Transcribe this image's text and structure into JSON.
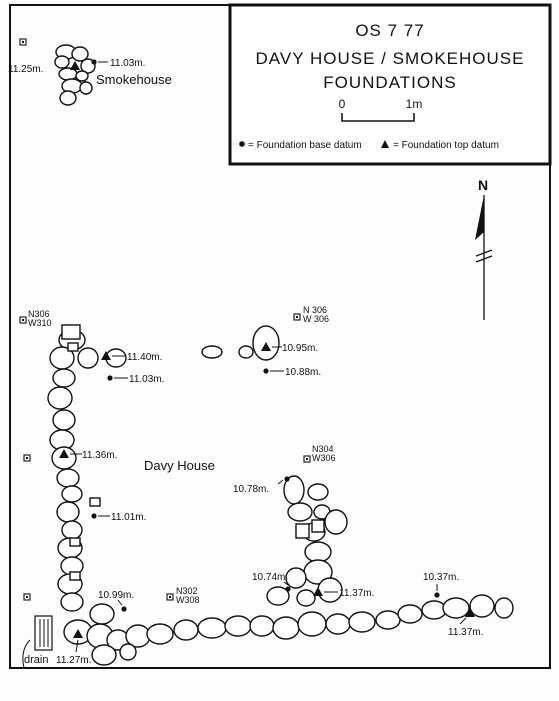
{
  "legend": {
    "code": "OS 7 77",
    "title_line1": "DAVY HOUSE / SMOKEHOUSE",
    "title_line2": "FOUNDATIONS",
    "scale_zero": "0",
    "scale_one": "1m",
    "base_datum": "= Foundation base datum",
    "top_datum": "= Foundation top datum"
  },
  "north_label": "N",
  "structures": {
    "smokehouse": "Smokehouse",
    "davy_house": "Davy House"
  },
  "drain_label": "drain",
  "grid_markers": [
    {
      "id": "n306-w310",
      "line1": "N306",
      "line2": "W310"
    },
    {
      "id": "n306-w306",
      "line1": "N 306",
      "line2": "W 306"
    },
    {
      "id": "n304-w306",
      "line1": "N304",
      "line2": "W306"
    },
    {
      "id": "n302-w308",
      "line1": "N302",
      "line2": "W308"
    }
  ],
  "elevations": [
    {
      "id": "sh-top",
      "kind": "top",
      "text": "11.25m."
    },
    {
      "id": "sh-base",
      "kind": "base",
      "text": "11.03m."
    },
    {
      "id": "dh-top-1140",
      "kind": "top",
      "text": "11.40m."
    },
    {
      "id": "dh-base-1103",
      "kind": "base",
      "text": "11.03m."
    },
    {
      "id": "dh-top-1095",
      "kind": "top",
      "text": "10.95m."
    },
    {
      "id": "dh-base-1088",
      "kind": "base",
      "text": "10.88m."
    },
    {
      "id": "dh-top-1136",
      "kind": "top",
      "text": "11.36m."
    },
    {
      "id": "dh-base-1101",
      "kind": "base",
      "text": "11.01m."
    },
    {
      "id": "dh-base-1078",
      "kind": "base",
      "text": "10.78m."
    },
    {
      "id": "dh-base-1074",
      "kind": "base",
      "text": "10.74m."
    },
    {
      "id": "dh-top-1137a",
      "kind": "top",
      "text": "11.37m."
    },
    {
      "id": "dh-base-1037",
      "kind": "base",
      "text": "10.37m."
    },
    {
      "id": "dh-top-1137b",
      "kind": "top",
      "text": "11.37m."
    },
    {
      "id": "dh-base-1099",
      "kind": "base",
      "text": "10.99m."
    },
    {
      "id": "dh-top-1127",
      "kind": "top",
      "text": "11.27m."
    }
  ]
}
